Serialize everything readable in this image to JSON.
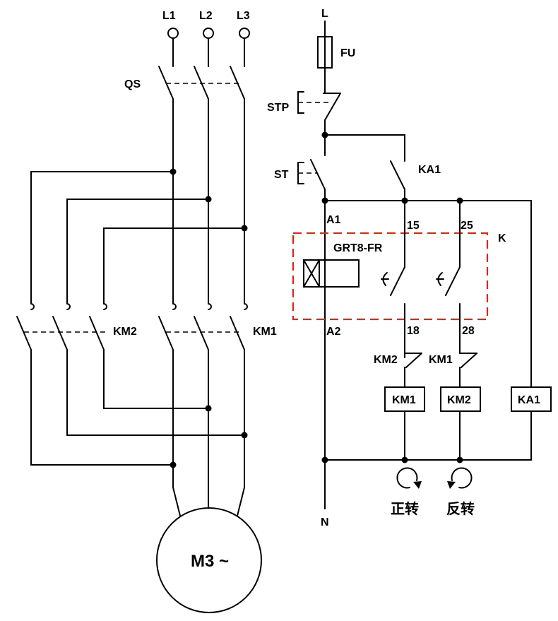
{
  "power": {
    "l1": "L1",
    "l2": "L2",
    "l3": "L3",
    "qs": "QS",
    "km2": "KM2",
    "km1": "KM1",
    "motor": "M3 ~"
  },
  "control": {
    "l": "L",
    "fu": "FU",
    "stp": "STP",
    "st": "ST",
    "ka1": "KA1",
    "a1": "A1",
    "a2": "A2",
    "t15": "15",
    "t25": "25",
    "t18": "18",
    "t28": "28",
    "relay": "GRT8-FR",
    "k": "K",
    "km2_interlock": "KM2",
    "km1_interlock": "KM1",
    "coil_km1": "KM1",
    "coil_km2": "KM2",
    "coil_ka1": "KA1",
    "n": "N",
    "forward": "正转",
    "reverse": "反转"
  }
}
